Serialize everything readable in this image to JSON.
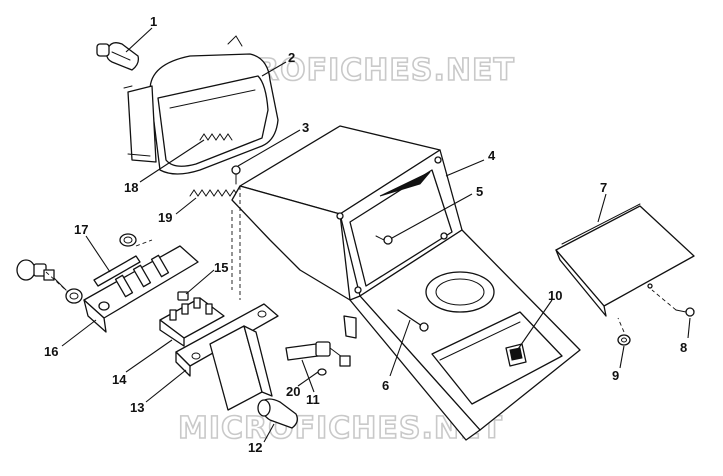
{
  "watermark": {
    "top": "MICROFICHES.NET",
    "bottom": "MICROFICHES.NET"
  },
  "callouts": [
    {
      "id": "1",
      "label": "1"
    },
    {
      "id": "2",
      "label": "2"
    },
    {
      "id": "3",
      "label": "3"
    },
    {
      "id": "4",
      "label": "4"
    },
    {
      "id": "5",
      "label": "5"
    },
    {
      "id": "6",
      "label": "6"
    },
    {
      "id": "7",
      "label": "7"
    },
    {
      "id": "8",
      "label": "8"
    },
    {
      "id": "9",
      "label": "9"
    },
    {
      "id": "10",
      "label": "10"
    },
    {
      "id": "11",
      "label": "11"
    },
    {
      "id": "12",
      "label": "12"
    },
    {
      "id": "13",
      "label": "13"
    },
    {
      "id": "14",
      "label": "14"
    },
    {
      "id": "15",
      "label": "15"
    },
    {
      "id": "16",
      "label": "16"
    },
    {
      "id": "17",
      "label": "17"
    },
    {
      "id": "18",
      "label": "18"
    },
    {
      "id": "19",
      "label": "19"
    },
    {
      "id": "20",
      "label": "20"
    }
  ]
}
